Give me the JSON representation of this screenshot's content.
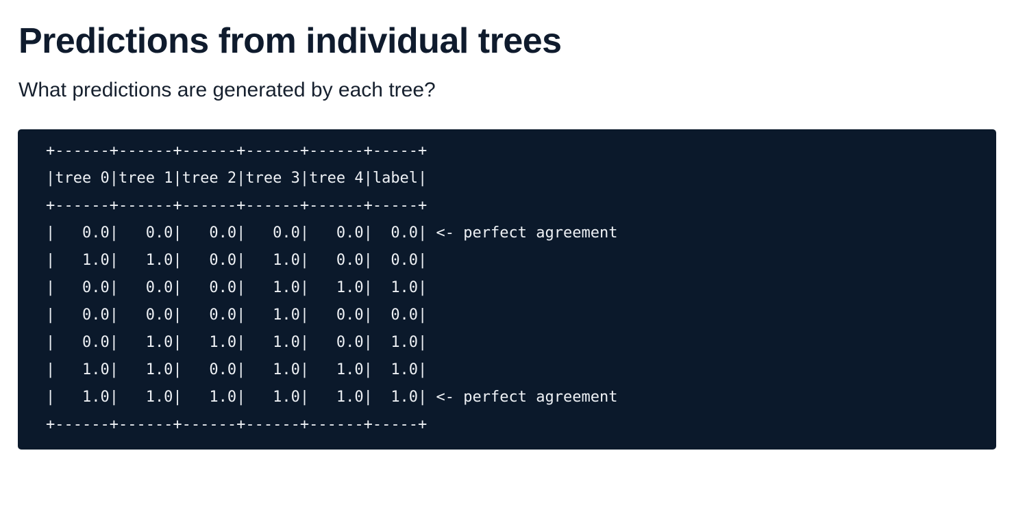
{
  "heading": {
    "title": "Predictions from individual trees",
    "subtitle": "What predictions are generated by each tree?"
  },
  "code_output": {
    "lines": [
      "+------+------+------+------+------+-----+",
      "|tree 0|tree 1|tree 2|tree 3|tree 4|label|",
      "+------+------+------+------+------+-----+",
      "|   0.0|   0.0|   0.0|   0.0|   0.0|  0.0| <- perfect agreement",
      "|   1.0|   1.0|   0.0|   1.0|   0.0|  0.0|",
      "|   0.0|   0.0|   0.0|   1.0|   1.0|  1.0|",
      "|   0.0|   0.0|   0.0|   1.0|   0.0|  0.0|",
      "|   0.0|   1.0|   1.0|   1.0|   0.0|  1.0|",
      "|   1.0|   1.0|   0.0|   1.0|   1.0|  1.0|",
      "|   1.0|   1.0|   1.0|   1.0|   1.0|  1.0| <- perfect agreement",
      "+------+------+------+------+------+-----+"
    ],
    "colors": {
      "background": "#0b192b",
      "text": "#eef1f5"
    }
  }
}
